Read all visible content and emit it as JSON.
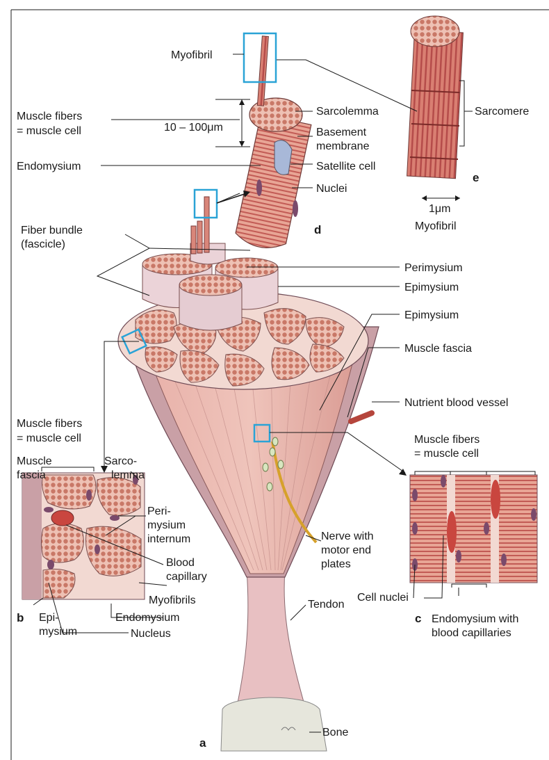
{
  "figure": {
    "panels": {
      "a": "a",
      "b": "b",
      "c": "c",
      "d": "d",
      "e": "e"
    },
    "labels": {
      "myofibril_top": "Myofibril",
      "muscle_fibers_d_1": "Muscle fibers",
      "muscle_fibers_d_2": "= muscle cell",
      "diameter": "10 – 100μm",
      "endomysium_d": "Endomysium",
      "sarcolemma_d": "Sarcolemma",
      "basement_1": "Basement",
      "basement_2": "membrane",
      "satellite_cell": "Satellite cell",
      "nuclei": "Nuclei",
      "sarcomere": "Sarcomere",
      "myofibril_width": "1μm",
      "myofibril_e": "Myofibril",
      "fiber_bundle_1": "Fiber bundle",
      "fiber_bundle_2": "(fascicle)",
      "perimysium": "Perimysium",
      "epimysium_1": "Epimysium",
      "epimysium_2": "Epimysium",
      "muscle_fascia": "Muscle fascia",
      "nutrient_vessel": "Nutrient blood vessel",
      "muscle_fibers_b_1": "Muscle fibers",
      "muscle_fibers_b_2": "= muscle cell",
      "muscle_b_1": "Muscle",
      "fascia_b_2": "fascia",
      "sarco_b_1": "Sarco-",
      "sarco_b_2": "lemma",
      "peri_1": "Peri-",
      "peri_2": "mysium",
      "peri_3": "internum",
      "blood_1": "Blood",
      "blood_2": "capillary",
      "myofibrils_b": "Myofibrils",
      "epi_b_1": "Epi-",
      "epi_b_2": "mysium",
      "endomysium_b": "Endomysium",
      "nucleus_b": "Nucleus",
      "nerve_1": "Nerve with",
      "nerve_2": "motor end",
      "nerve_3": "plates",
      "tendon": "Tendon",
      "bone": "Bone",
      "muscle_fibers_c_1": "Muscle fibers",
      "muscle_fibers_c_2": "= muscle cell",
      "cell_nuclei": "Cell nuclei",
      "endo_c_1": "Endomysium with",
      "endo_c_2": "blood capillaries"
    },
    "colors": {
      "fiber": "#e49a86",
      "fiber_dark": "#c97867",
      "connective": "#f2d9d2",
      "fascia": "#c9a0a6",
      "nucleus": "#7a4a6b",
      "capillary": "#c9463f",
      "nerve": "#d6a12b",
      "bone": "#e6e6dc",
      "highlight_box": "#2aa3d6"
    }
  }
}
